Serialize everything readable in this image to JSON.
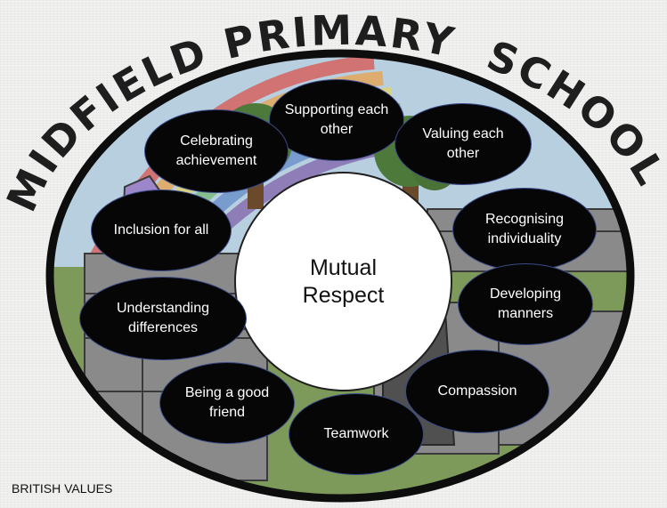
{
  "title": {
    "arc_left": "MIDFIELD PRIMARY",
    "arc_right": "SCHOOL"
  },
  "center": {
    "label": "Mutual\nRespect"
  },
  "values": [
    {
      "label": "Supporting each other"
    },
    {
      "label": "Valuing each other"
    },
    {
      "label": "Recognising individuality"
    },
    {
      "label": "Developing manners"
    },
    {
      "label": "Compassion"
    },
    {
      "label": "Teamwork"
    },
    {
      "label": "Being a good friend"
    },
    {
      "label": "Understanding differences"
    },
    {
      "label": "Inclusion for all"
    },
    {
      "label": "Celebrating achievement"
    }
  ],
  "footer": "BRITISH VALUES",
  "colors": {
    "ring": "#0d0d0d",
    "bubble": "#060606",
    "bubble_outline": "#3b4a88",
    "center_fill": "#ffffff"
  }
}
